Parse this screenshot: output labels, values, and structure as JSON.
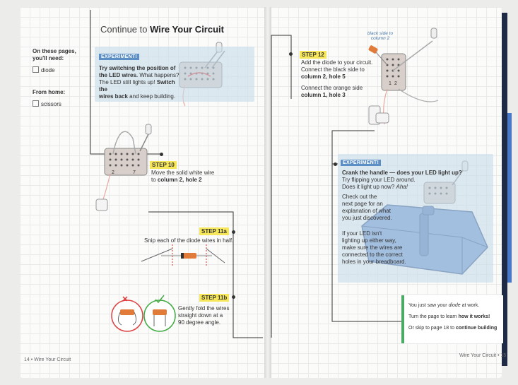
{
  "left_page": {
    "heading_prefix": "Continue to ",
    "heading_bold": "Wire Your Circuit",
    "need_title_1": "On these pages,",
    "need_title_2": "you'll need:",
    "need_item": "diode",
    "home_title": "From home:",
    "home_item": "scissors",
    "experiment": {
      "tag": "EXPERIMENT!",
      "line1_bold": "Try switching the position of",
      "line2_bold": "the LED wires.",
      "line2_rest": " What happens?",
      "line3": "The LED still lights up! ",
      "line3_bold": "Switch the",
      "line4_bold": "wires back",
      "line4_rest": " and keep building."
    },
    "step10": {
      "label": "STEP 10",
      "line1": "Move the solid white wire",
      "line2_pre": "to ",
      "line2_bold": "column 2, hole 2"
    },
    "step11a": {
      "label": "STEP 11a",
      "text": "Snip each of the diode wires in half."
    },
    "step11b": {
      "label": "STEP 11b",
      "line1": "Gently fold the wires",
      "line2": "straight down at a",
      "line3": "90 degree angle."
    },
    "board_labels": {
      "col2": "2",
      "col7": "7"
    },
    "footer": "14 • Wire Your Circuit"
  },
  "right_page": {
    "step12": {
      "label": "STEP 12",
      "line1": "Add the diode to your circuit.",
      "line2": "Connect the black side to",
      "line3_bold": "column 2, hole 5",
      "line4": "Connect the orange side",
      "line5_bold": "column 1, hole 3"
    },
    "callout": "black side to column 2",
    "board_labels": {
      "c1": "1",
      "c2": "2"
    },
    "experiment": {
      "tag": "EXPERIMENT!",
      "line1_bold": "Crank the handle — does your LED light up?",
      "line2": "Try flipping your LED around.",
      "line3": "Does it light up now? ",
      "line3_italic": "Aha!",
      "p2_1": "Check out the",
      "p2_2": "next page for an",
      "p2_3": "explanation of what",
      "p2_4": "you just discovered.",
      "p3_1": "If your LED isn't",
      "p3_2": "lighting up either way,",
      "p3_3": "make sure the wires are",
      "p3_4": "connected to the correct",
      "p3_5": "holes in your breadboard."
    },
    "note": {
      "line1_pre": "You just saw your ",
      "line1_em": "diode",
      "line1_post": " at work.",
      "line2_pre": "Turn the page to learn ",
      "line2_bold": "how it works!",
      "line3_pre": "Or skip to page 18 to ",
      "line3_bold": "continue building"
    },
    "footer": "Wire Your Circuit • 15"
  },
  "colors": {
    "experiment_bg": "#c8dcea",
    "step_highlight": "#f5e65a",
    "note_accent": "#4aaa66"
  }
}
